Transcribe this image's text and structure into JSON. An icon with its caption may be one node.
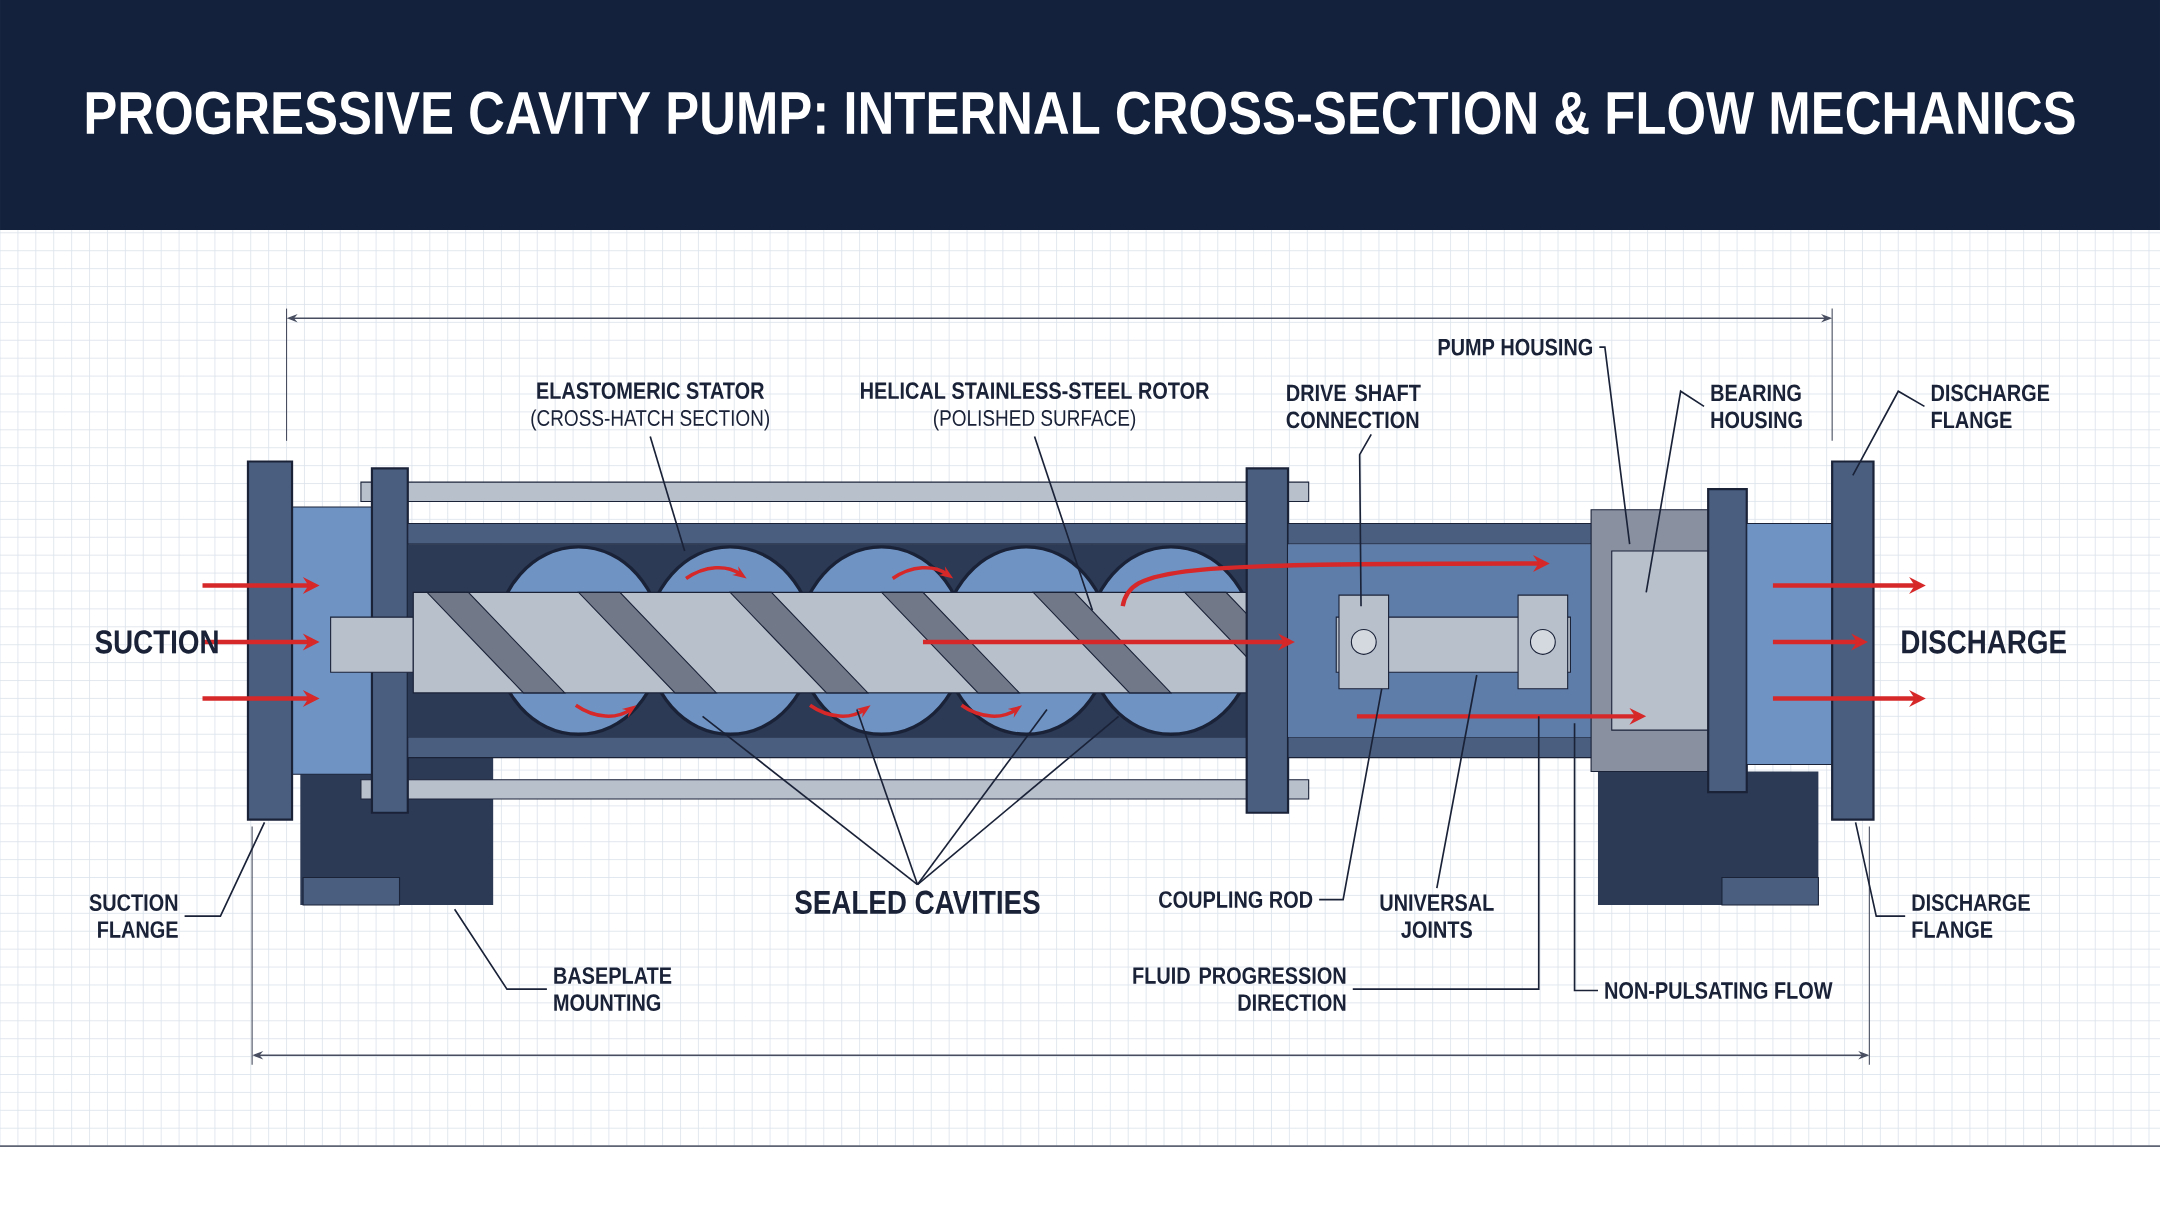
{
  "diagram": {
    "title": "PROGRESSIVE CAVITY PUMP: INTERNAL CROSS-SECTION & FLOW MECHANICS",
    "nodes": [
      {
        "text": [
          "ELASTOMERIC STATOR",
          "(CROSS-HATCH SECTION)"
        ]
      },
      {
        "text": [
          "HELICAL STAINLESS-STEEL ROTOR",
          "(POLISHED SURFACE)"
        ]
      },
      {
        "text": [
          "DRIVE SHAFT CONNECTION"
        ]
      },
      {
        "text": [
          "PUMP HOUSING"
        ]
      },
      {
        "text": [
          "BEARING HOUSING"
        ]
      },
      {
        "text": [
          "DISCHARGE FLANGE"
        ]
      },
      {
        "text": [
          "SUCTION FLANGE"
        ]
      },
      {
        "text": [
          "BASEPLATE MOUNTING"
        ]
      },
      {
        "text": [
          "SEALED CAVITIES"
        ]
      },
      {
        "text": [
          "COUPLING ROD"
        ]
      },
      {
        "text": [
          "UNIVERSAL JOINTS"
        ]
      },
      {
        "text": [
          "FLUID PROGRESSION DIRECTION"
        ]
      },
      {
        "text": [
          "NON-PULSATING FLOW"
        ]
      },
      {
        "text": [
          "DISCHARGE FLANGE"
        ]
      },
      {
        "text": [],
        "shape": "picture"
      }
    ],
    "edges": [
      {
        "from": 0,
        "to": 14,
        "arrow": "none"
      },
      {
        "from": 1,
        "to": 14,
        "arrow": "none"
      },
      {
        "from": 2,
        "to": 14,
        "arrow": "none"
      },
      {
        "from": 3,
        "to": 14,
        "arrow": "none"
      },
      {
        "from": 4,
        "to": 14,
        "arrow": "none"
      },
      {
        "from": 5,
        "to": 14,
        "arrow": "none"
      },
      {
        "from": 6,
        "to": 14,
        "arrow": "none"
      },
      {
        "from": 7,
        "to": 14,
        "arrow": "none"
      },
      {
        "from": 8,
        "to": 14,
        "arrow": "none"
      },
      {
        "from": 8,
        "to": 14,
        "arrow": "none"
      },
      {
        "from": 8,
        "to": 14,
        "arrow": "none"
      },
      {
        "from": 8,
        "to": 14,
        "arrow": "none"
      },
      {
        "from": 9,
        "to": 14,
        "arrow": "none"
      },
      {
        "from": 10,
        "to": 14,
        "arrow": "none"
      },
      {
        "from": 11,
        "to": 14,
        "arrow": "none"
      },
      {
        "from": 12,
        "to": 14,
        "arrow": "none"
      },
      {
        "from": 13,
        "to": 14,
        "arrow": "none"
      }
    ],
    "labels": [
      "SUCTION",
      "DISCHARGE"
    ]
  }
}
